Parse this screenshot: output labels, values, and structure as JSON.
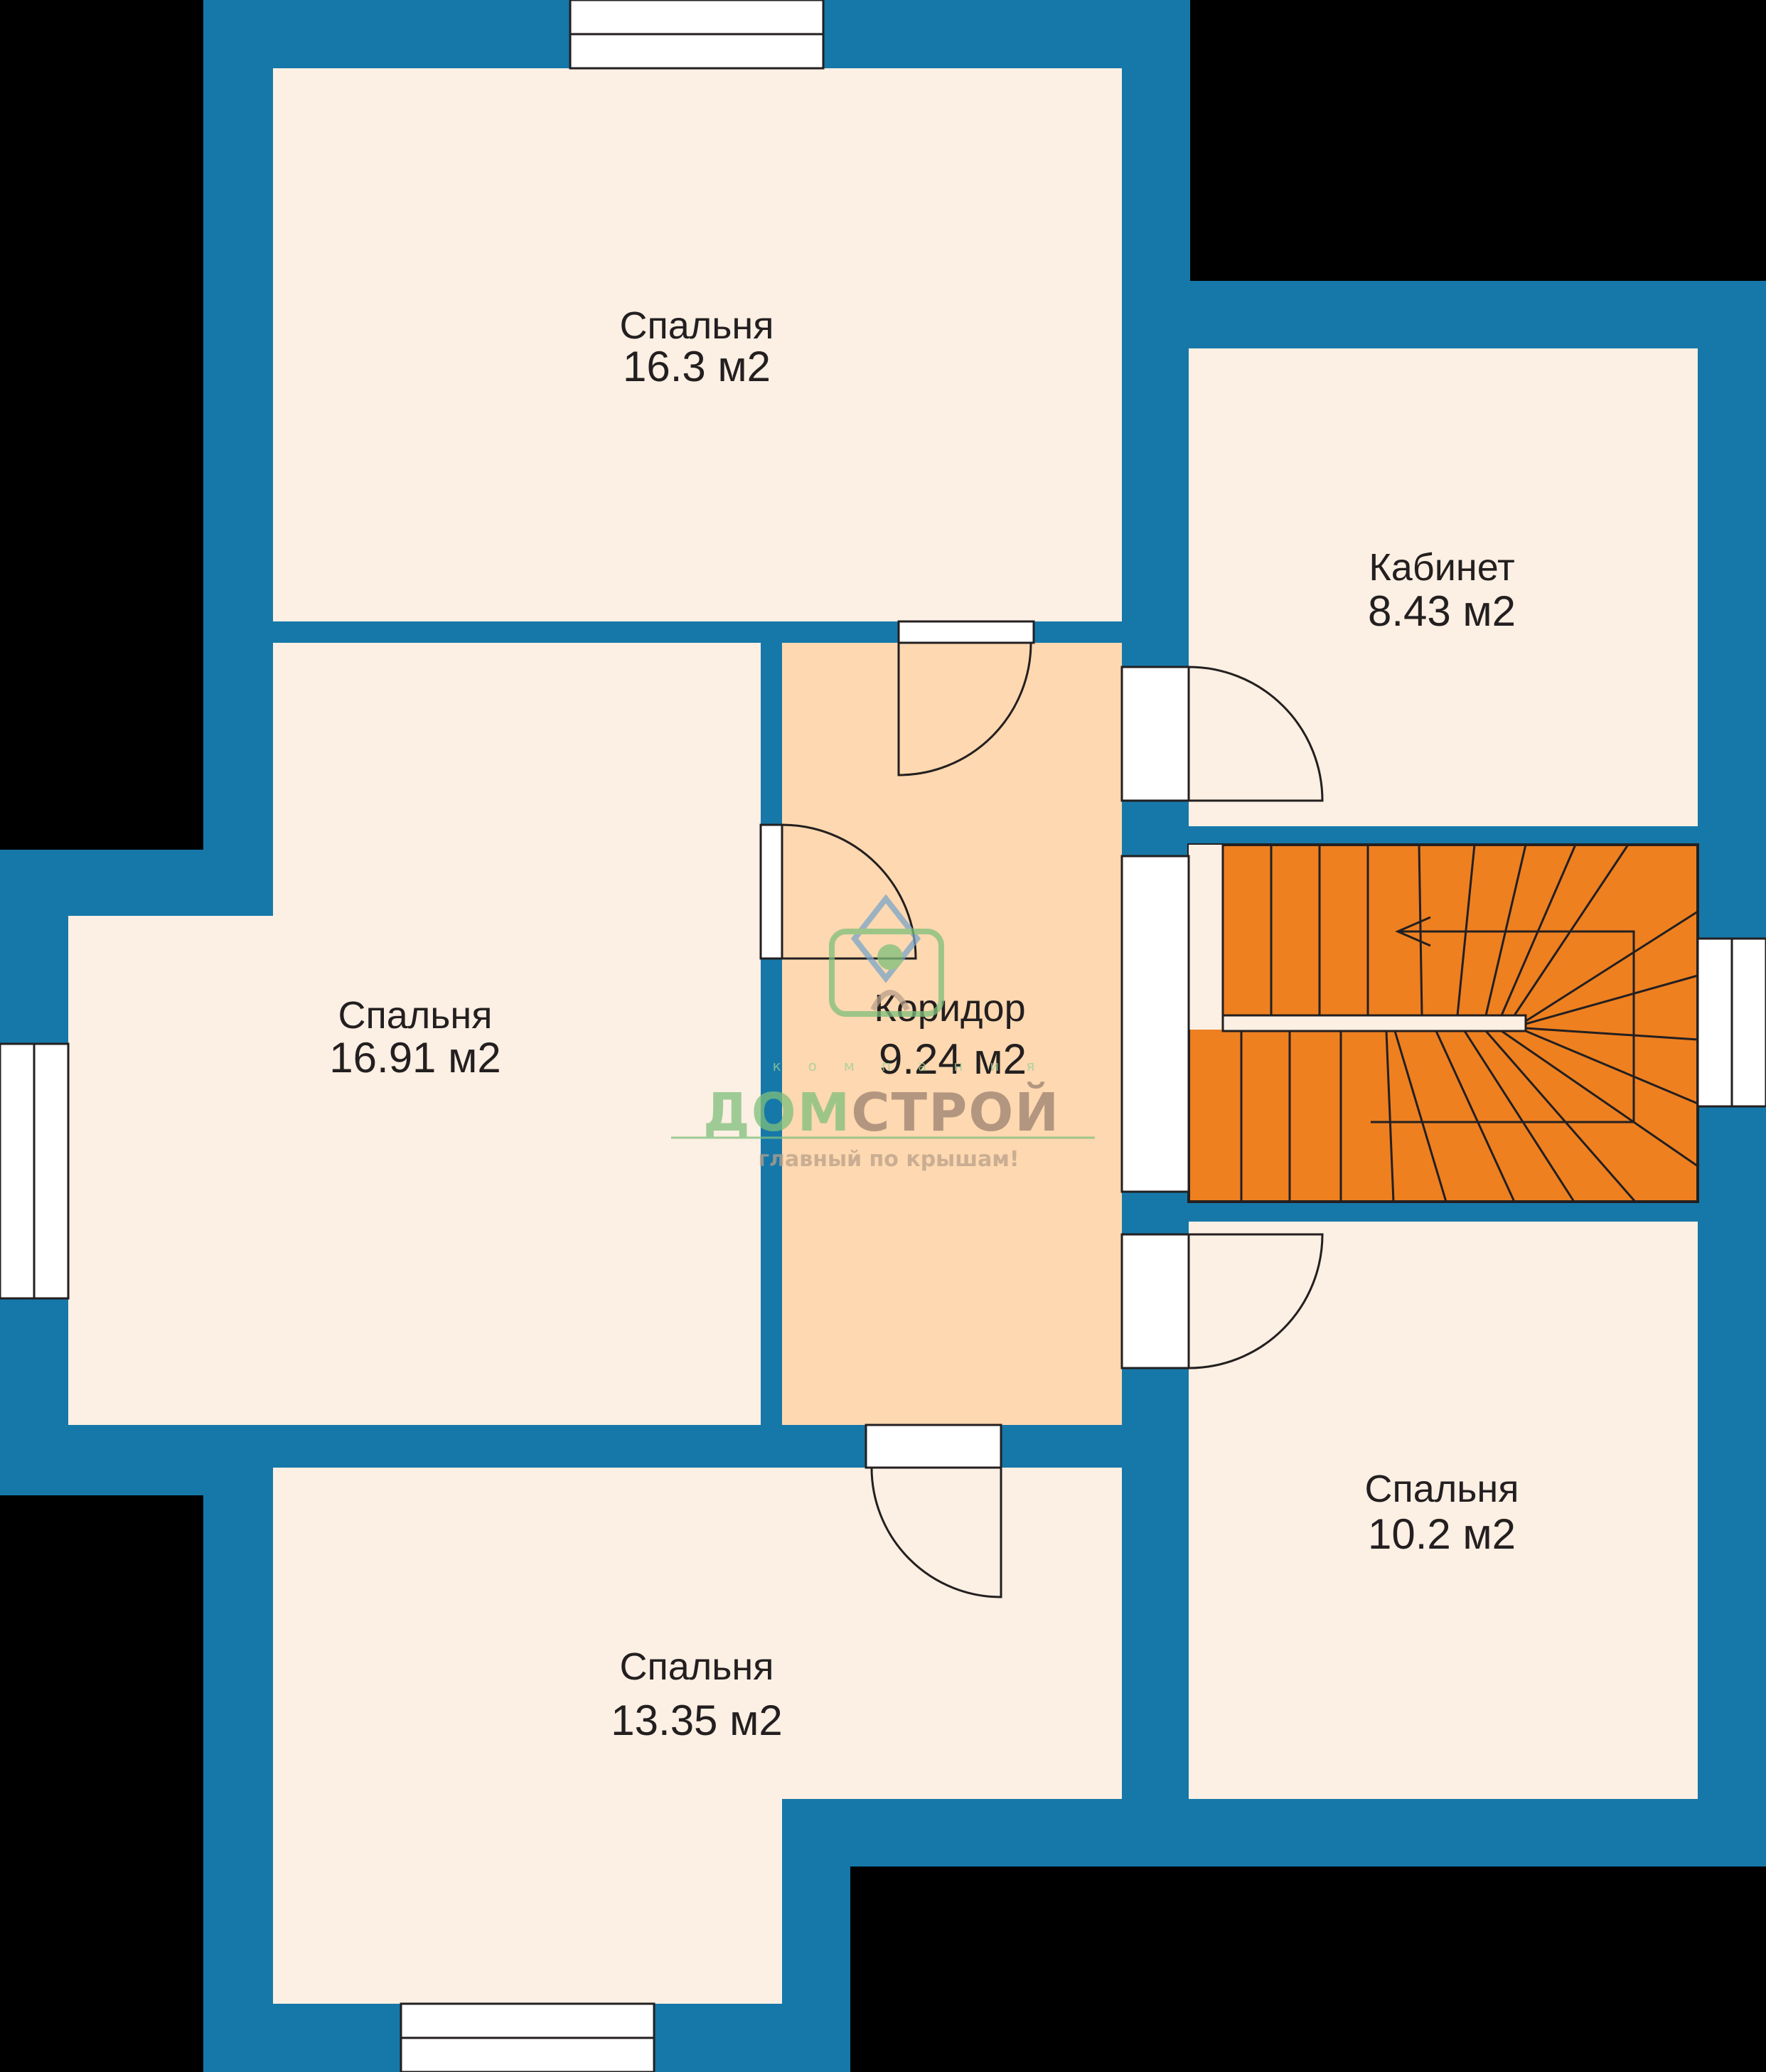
{
  "colors": {
    "background": "#000000",
    "wall": "#1678a9",
    "room": "#fcefe3",
    "corridor": "#fdd8b0",
    "stairs": "#ee8020",
    "opening": "#ffffff"
  },
  "rooms": [
    {
      "id": "bedroom-north",
      "name": "Спальня",
      "area": "16.3 м2"
    },
    {
      "id": "study",
      "name": "Кабинет",
      "area": "8.43 м2"
    },
    {
      "id": "bedroom-west",
      "name": "Спальня",
      "area": "16.91 м2"
    },
    {
      "id": "corridor",
      "name": "Коридор",
      "area": "9.24 м2"
    },
    {
      "id": "bedroom-east",
      "name": "Спальня",
      "area": "10.2 м2"
    },
    {
      "id": "bedroom-south",
      "name": "Спальня",
      "area": "13.35 м2"
    }
  ],
  "watermark": {
    "company": "компания",
    "brand_left": "ДОМ",
    "brand_right": "СТРОЙ",
    "slogan": "главный по крышам!",
    "brand_color_left": "#7fbf7b",
    "brand_color_right": "#9a8170"
  }
}
